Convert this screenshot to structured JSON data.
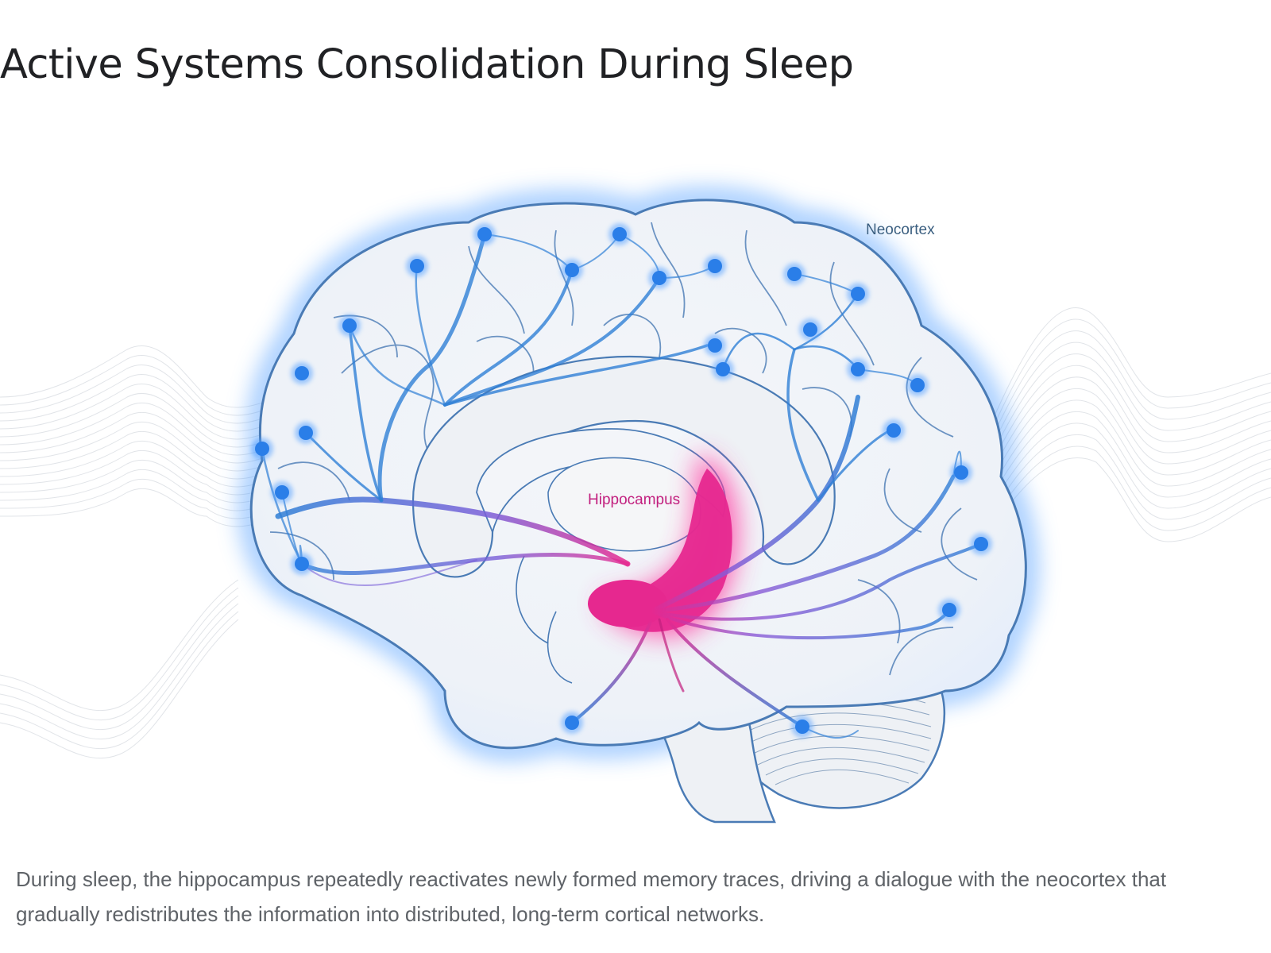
{
  "title": "Active Systems Consolidation During Sleep",
  "labels": {
    "neocortex": "Neocortex",
    "hippocampus": "Hippocampus"
  },
  "caption": "During sleep, the hippocampus repeatedly reactivates newly formed memory traces, driving a dialogue with the neocortex that gradually redistributes the information into distributed, long-term cortical networks.",
  "colors": {
    "title_text": "#202124",
    "caption_text": "#5f6368",
    "brain_outline": "#4a7bb5",
    "pathway_blue": "#2f7fd6",
    "node_blue": "#2a7ee8",
    "hippocampus_magenta": "#e6288f",
    "neocortex_label": "#3b5f80",
    "hippocampus_label": "#c2207f",
    "wave_lines": "#c9ced6"
  }
}
